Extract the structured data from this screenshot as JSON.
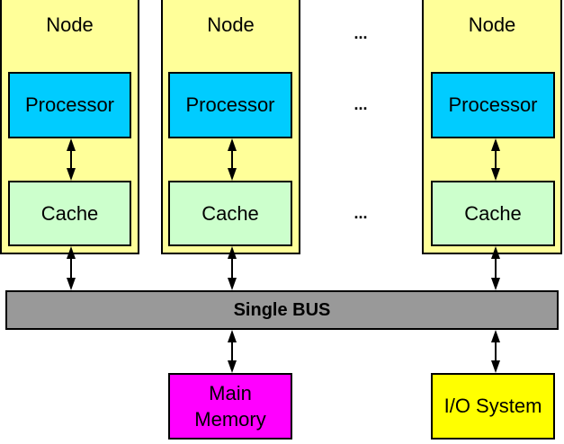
{
  "diagram": {
    "nodes": [
      {
        "title": "Node",
        "processor": "Processor",
        "cache": "Cache"
      },
      {
        "title": "Node",
        "processor": "Processor",
        "cache": "Cache"
      },
      {
        "title": "Node",
        "processor": "Processor",
        "cache": "Cache"
      }
    ],
    "ellipsis": "...",
    "bus": "Single BUS",
    "main_memory": "Main\nMemory",
    "main_memory_lines": [
      "Main",
      "Memory"
    ],
    "io_system": "I/O System",
    "colors": {
      "node": "#ffff99",
      "processor": "#00ccff",
      "cache": "#ccffcc",
      "bus": "#999999",
      "main_memory": "#ff00ff",
      "io_system": "#ffff00"
    }
  }
}
